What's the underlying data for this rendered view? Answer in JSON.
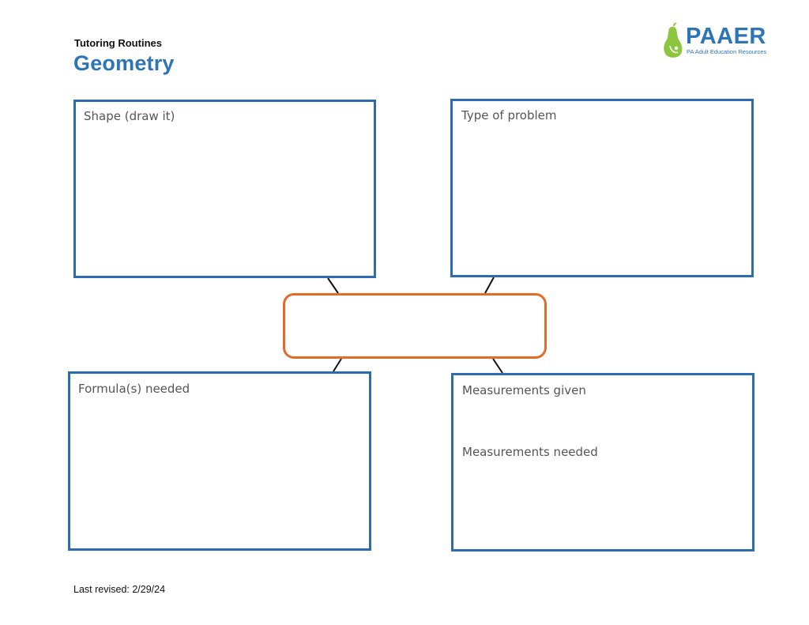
{
  "header": {
    "subtitle": "Tutoring Routines",
    "title": "Geometry"
  },
  "logo": {
    "name": "PAAER",
    "tagline": "PA Adult Education Resources",
    "icon": "pear-icon"
  },
  "boxes": {
    "shape": {
      "label": "Shape (draw it)"
    },
    "type": {
      "label": "Type of problem"
    },
    "formula": {
      "label": "Formula(s) needed"
    },
    "measurements": {
      "given_label": "Measurements given",
      "needed_label": "Measurements needed"
    }
  },
  "footer": {
    "revised": "Last revised: 2/29/24"
  },
  "colors": {
    "accent_blue": "#2e75b6",
    "box_border": "#2e6bb0",
    "center_border": "#e26b2a",
    "logo_green": "#8cc63f"
  }
}
